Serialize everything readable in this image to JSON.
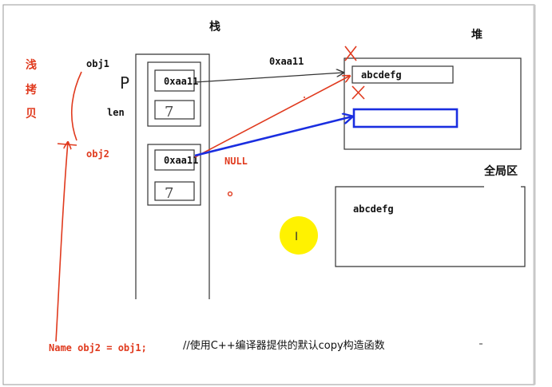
{
  "labels": {
    "stack_title": "栈",
    "heap_title": "堆",
    "global_title": "全局区",
    "shallow_copy_1": "浅",
    "shallow_copy_2": "拷",
    "shallow_copy_3": "贝",
    "obj1": "obj1",
    "obj2": "obj2",
    "len": "len",
    "addr_top": "0xaa11",
    "ptr_obj1": "0xaa11",
    "ptr_obj2": "0xaa11",
    "len_obj1": "7",
    "len_obj2": "7",
    "heap_string": "abcdefg",
    "global_string": "abcdefg",
    "null_label": "NULL",
    "code_line": "Name obj2 = obj1;",
    "code_comment": "//使用C++编译器提供的默认copy构造函数",
    "handwritten_p": "P",
    "cursor_glyph": "I"
  },
  "colors": {
    "annotation_red": "#e03a1e",
    "arrow_blue": "#1a2ee0",
    "highlight_yellow": "#fff200",
    "line_dark": "#333333"
  }
}
